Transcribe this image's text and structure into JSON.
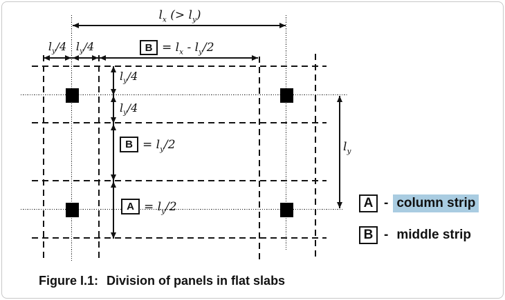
{
  "diagram": {
    "top_span_label": "l_x (> l_y)",
    "left_quarter_label_1": "l_y/4",
    "left_quarter_label_2": "l_y/4",
    "top_strip_key": "B",
    "top_strip_eq": "= l_x - l_y/2",
    "row_quarter_label_1": "l_y/4",
    "row_quarter_label_2": "l_y/4",
    "middle_strip_key": "B",
    "middle_strip_eq": "= l_y/2",
    "column_strip_key": "A",
    "column_strip_eq": "= l_y/2",
    "right_span_label": "l_y"
  },
  "legend": {
    "a_key": "A",
    "a_separator": "-",
    "a_text": "column strip",
    "a_highlight_color": "#a9cce1",
    "b_key": "B",
    "b_separator": "-",
    "b_text": "middle strip"
  },
  "caption": {
    "prefix": "Figure I.1:",
    "text": "Division of panels in flat slabs"
  },
  "colors": {
    "line": "#111111",
    "frame_border": "#c7c7c7",
    "background": "#ffffff"
  }
}
